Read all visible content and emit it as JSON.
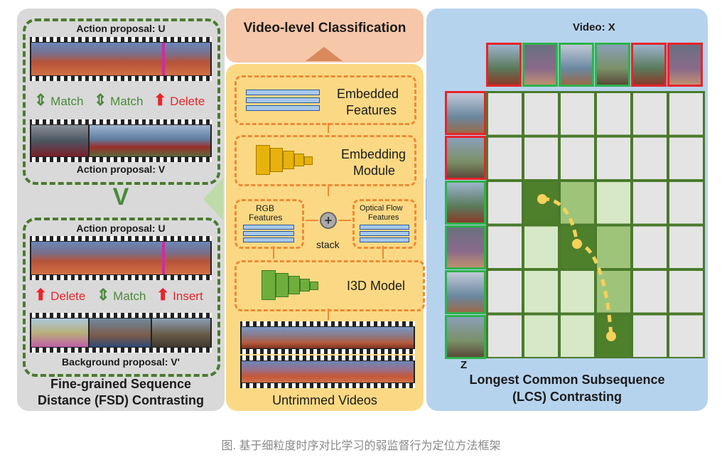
{
  "left": {
    "top_group": {
      "label_top": "Action proposal: U",
      "label_bottom": "Action proposal: V",
      "ops": [
        "Match",
        "Match",
        "Delete"
      ]
    },
    "vs_mark": "V",
    "bottom_group": {
      "label_top": "Action proposal: U",
      "label_bottom": "Background proposal: V'",
      "ops": [
        "Delete",
        "Match",
        "Insert"
      ]
    },
    "title_line1": "Fine-grained Sequence",
    "title_line2": "Distance (FSD) Contrasting"
  },
  "middle": {
    "top_title": "Video-level Classification",
    "embedded_features_1": "Embedded",
    "embedded_features_2": "Features",
    "embedding_module_1": "Embedding",
    "embedding_module_2": "Module",
    "rgb_1": "RGB",
    "rgb_2": "Features",
    "flow_1": "Optical Flow",
    "flow_2": "Features",
    "stack": "stack",
    "i3d": "I3D Model",
    "untrimmed": "Untrimmed Videos"
  },
  "right": {
    "video_x": "Video: X",
    "z": "Z",
    "title_line1": "Longest Common Subsequence",
    "title_line2": "(LCS) Contrasting",
    "top_thumb_borders": [
      "red",
      "green",
      "green",
      "green",
      "red",
      "red"
    ],
    "left_thumb_borders": [
      "red",
      "red",
      "green",
      "green",
      "green",
      "green"
    ]
  },
  "caption": "图. 基于细粒度时序对比学习的弱监督行为定位方法框架",
  "colors": {
    "green": "#4a8a3a",
    "red": "#e8242a",
    "orange": "#ef8a34",
    "dark_cell": "#4e7f2b",
    "mid_cell": "#9ec47a",
    "light_cell": "#d6e8c6"
  }
}
